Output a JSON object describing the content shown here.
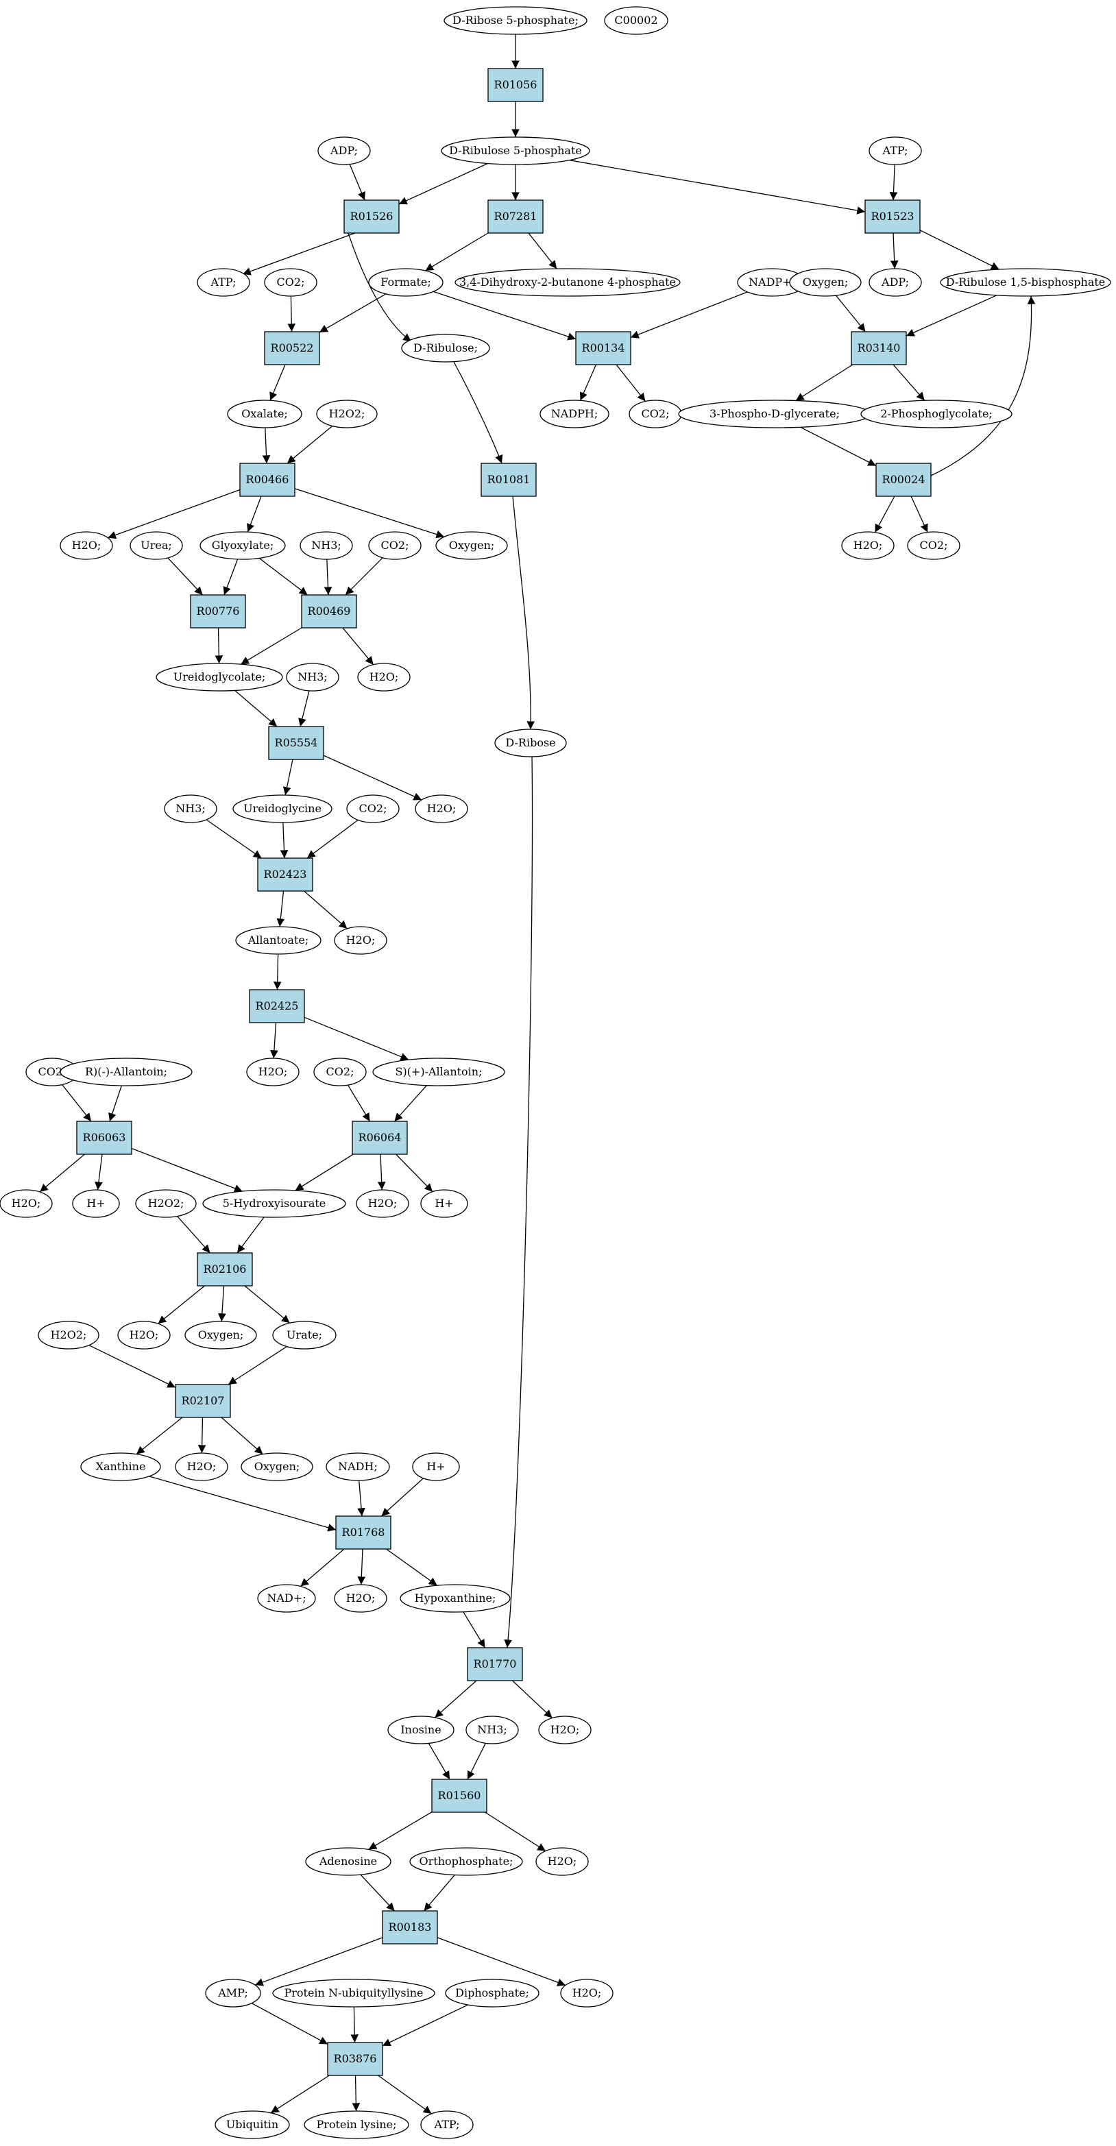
{
  "colors": {
    "reaction_fill": "#add8e6",
    "metabolite_fill": "#ffffff",
    "start_fill": "#00ff00",
    "compound_fill": "#ffff00",
    "edge": "#000000"
  },
  "nodes": {
    "m_rib5p_start": {
      "label": "D-Ribose 5-phosphate;",
      "kind": "start"
    },
    "m_c00002": {
      "label": "C00002",
      "kind": "compound"
    },
    "r01056": {
      "label": "R01056",
      "kind": "reaction"
    },
    "m_adp1": {
      "label": "ADP;"
    },
    "m_ribu5p": {
      "label": "D-Ribulose 5-phosphate"
    },
    "m_atp1": {
      "label": "ATP;"
    },
    "r01526": {
      "label": "R01526",
      "kind": "reaction"
    },
    "r07281": {
      "label": "R07281",
      "kind": "reaction"
    },
    "r01523": {
      "label": "R01523",
      "kind": "reaction"
    },
    "m_atp2": {
      "label": "ATP;"
    },
    "m_co2_1": {
      "label": "CO2;"
    },
    "m_formate": {
      "label": "Formate;"
    },
    "m_dhb4p": {
      "label": "3,4-Dihydroxy-2-butanone 4-phosphate"
    },
    "m_nadp": {
      "label": "NADP+;"
    },
    "m_oxygen1": {
      "label": "Oxygen;"
    },
    "m_adp2": {
      "label": "ADP;"
    },
    "m_rubp": {
      "label": "D-Ribulose 1,5-bisphosphate"
    },
    "r00522": {
      "label": "R00522",
      "kind": "reaction"
    },
    "m_ribulose": {
      "label": "D-Ribulose;"
    },
    "r00134": {
      "label": "R00134",
      "kind": "reaction"
    },
    "r03140": {
      "label": "R03140",
      "kind": "reaction"
    },
    "m_oxalate": {
      "label": "Oxalate;"
    },
    "m_h2o2_1": {
      "label": "H2O2;"
    },
    "m_nadph1": {
      "label": "NADPH;"
    },
    "m_co2_2": {
      "label": "CO2;"
    },
    "m_3pg": {
      "label": "3-Phospho-D-glycerate;"
    },
    "m_2pglyc": {
      "label": "2-Phosphoglycolate;"
    },
    "r00466": {
      "label": "R00466",
      "kind": "reaction"
    },
    "r01081": {
      "label": "R01081",
      "kind": "reaction"
    },
    "r00024": {
      "label": "R00024",
      "kind": "reaction"
    },
    "m_h2o_1": {
      "label": "H2O;"
    },
    "m_urea": {
      "label": "Urea;"
    },
    "m_glyoxylate": {
      "label": "Glyoxylate;"
    },
    "m_nh3_1": {
      "label": "NH3;"
    },
    "m_co2_3": {
      "label": "CO2;"
    },
    "m_oxygen2": {
      "label": "Oxygen;"
    },
    "m_h2o_2": {
      "label": "H2O;"
    },
    "m_co2_4": {
      "label": "CO2;"
    },
    "r00776": {
      "label": "R00776",
      "kind": "reaction"
    },
    "r00469": {
      "label": "R00469",
      "kind": "reaction"
    },
    "m_ureidoglycolate": {
      "label": "Ureidoglycolate;"
    },
    "m_nh3_2": {
      "label": "NH3;"
    },
    "m_h2o_3": {
      "label": "H2O;"
    },
    "r05554": {
      "label": "R05554",
      "kind": "reaction"
    },
    "m_dribose": {
      "label": "D-Ribose"
    },
    "m_nh3_3": {
      "label": "NH3;"
    },
    "m_ureidoglycine": {
      "label": "Ureidoglycine"
    },
    "m_co2_5": {
      "label": "CO2;"
    },
    "m_h2o_4": {
      "label": "H2O;"
    },
    "r02423": {
      "label": "R02423",
      "kind": "reaction"
    },
    "m_allantoate": {
      "label": "Allantoate;"
    },
    "m_h2o_5": {
      "label": "H2O;"
    },
    "r02425": {
      "label": "R02425",
      "kind": "reaction"
    },
    "m_co2_6": {
      "label": "CO2;"
    },
    "m_r_allantoin": {
      "label": "R)(-)-Allantoin;"
    },
    "m_h2o_6": {
      "label": "H2O;"
    },
    "m_co2_7": {
      "label": "CO2;"
    },
    "m_s_allantoin": {
      "label": "S)(+)-Allantoin;"
    },
    "r06063": {
      "label": "R06063",
      "kind": "reaction"
    },
    "r06064": {
      "label": "R06064",
      "kind": "reaction"
    },
    "m_h2o_7": {
      "label": "H2O;"
    },
    "m_hplus1": {
      "label": "H+"
    },
    "m_h2o2_2": {
      "label": "H2O2;"
    },
    "m_5hiu": {
      "label": "5-Hydroxyisourate"
    },
    "m_h2o_8": {
      "label": "H2O;"
    },
    "m_hplus2": {
      "label": "H+"
    },
    "r02106": {
      "label": "R02106",
      "kind": "reaction"
    },
    "m_h2o2_3": {
      "label": "H2O2;"
    },
    "m_h2o_9": {
      "label": "H2O;"
    },
    "m_oxygen3": {
      "label": "Oxygen;"
    },
    "m_urate": {
      "label": "Urate;"
    },
    "r02107": {
      "label": "R02107",
      "kind": "reaction"
    },
    "m_xanthine": {
      "label": "Xanthine"
    },
    "m_h2o_10": {
      "label": "H2O;"
    },
    "m_oxygen4": {
      "label": "Oxygen;"
    },
    "m_nadh": {
      "label": "NADH;"
    },
    "m_hplus3": {
      "label": "H+"
    },
    "r01768": {
      "label": "R01768",
      "kind": "reaction"
    },
    "m_nad": {
      "label": "NAD+;"
    },
    "m_h2o_11": {
      "label": "H2O;"
    },
    "m_hypoxanthine": {
      "label": "Hypoxanthine;"
    },
    "r01770": {
      "label": "R01770",
      "kind": "reaction"
    },
    "m_inosine": {
      "label": "Inosine"
    },
    "m_nh3_4": {
      "label": "NH3;"
    },
    "m_h2o_12": {
      "label": "H2O;"
    },
    "r01560": {
      "label": "R01560",
      "kind": "reaction"
    },
    "m_adenosine": {
      "label": "Adenosine"
    },
    "m_orthophosphate": {
      "label": "Orthophosphate;"
    },
    "m_h2o_13": {
      "label": "H2O;"
    },
    "r00183": {
      "label": "R00183",
      "kind": "reaction"
    },
    "m_amp": {
      "label": "AMP;"
    },
    "m_protein_ub": {
      "label": "Protein N-ubiquityllysine"
    },
    "m_diphosphate": {
      "label": "Diphosphate;"
    },
    "m_h2o_14": {
      "label": "H2O;"
    },
    "r03876": {
      "label": "R03876",
      "kind": "reaction"
    },
    "m_ubiquitin": {
      "label": "Ubiquitin"
    },
    "m_protein_lys": {
      "label": "Protein lysine;"
    },
    "m_atp3": {
      "label": "ATP;"
    }
  },
  "edges": [
    [
      "m_rib5p_start",
      "r01056"
    ],
    [
      "r01056",
      "m_ribu5p"
    ],
    [
      "m_adp1",
      "r01526"
    ],
    [
      "m_ribu5p",
      "r01526"
    ],
    [
      "m_ribu5p",
      "r07281"
    ],
    [
      "m_ribu5p",
      "r01523"
    ],
    [
      "m_atp1",
      "r01523"
    ],
    [
      "r01526",
      "m_atp2"
    ],
    [
      "r01526",
      "m_ribulose"
    ],
    [
      "r07281",
      "m_formate"
    ],
    [
      "r07281",
      "m_dhb4p"
    ],
    [
      "r01523",
      "m_adp2"
    ],
    [
      "r01523",
      "m_rubp"
    ],
    [
      "m_co2_1",
      "r00522"
    ],
    [
      "m_formate",
      "r00522"
    ],
    [
      "m_formate",
      "r00134"
    ],
    [
      "m_nadp",
      "r00134"
    ],
    [
      "m_oxygen1",
      "r03140"
    ],
    [
      "m_rubp",
      "r03140"
    ],
    [
      "r00522",
      "m_oxalate"
    ],
    [
      "m_ribulose",
      "r01081"
    ],
    [
      "r00134",
      "m_nadph1"
    ],
    [
      "r00134",
      "m_co2_2"
    ],
    [
      "r03140",
      "m_3pg"
    ],
    [
      "r03140",
      "m_2pglyc"
    ],
    [
      "m_3pg",
      "r00024"
    ],
    [
      "r00024",
      "m_rubp"
    ],
    [
      "m_oxalate",
      "r00466"
    ],
    [
      "m_h2o2_1",
      "r00466"
    ],
    [
      "r00466",
      "m_h2o_1"
    ],
    [
      "r00466",
      "m_glyoxylate"
    ],
    [
      "r00466",
      "m_oxygen2"
    ],
    [
      "r00024",
      "m_h2o_2"
    ],
    [
      "r00024",
      "m_co2_4"
    ],
    [
      "m_urea",
      "r00776"
    ],
    [
      "m_glyoxylate",
      "r00776"
    ],
    [
      "m_glyoxylate",
      "r00469"
    ],
    [
      "m_nh3_1",
      "r00469"
    ],
    [
      "m_co2_3",
      "r00469"
    ],
    [
      "r00776",
      "m_ureidoglycolate"
    ],
    [
      "r00469",
      "m_ureidoglycolate"
    ],
    [
      "r00469",
      "m_h2o_3"
    ],
    [
      "r01081",
      "m_dribose"
    ],
    [
      "m_ureidoglycolate",
      "r05554"
    ],
    [
      "m_nh3_2",
      "r05554"
    ],
    [
      "r05554",
      "m_ureidoglycine"
    ],
    [
      "r05554",
      "m_h2o_4"
    ],
    [
      "m_nh3_3",
      "r02423"
    ],
    [
      "m_ureidoglycine",
      "r02423"
    ],
    [
      "m_co2_5",
      "r02423"
    ],
    [
      "r02423",
      "m_allantoate"
    ],
    [
      "r02423",
      "m_h2o_5"
    ],
    [
      "m_allantoate",
      "r02425"
    ],
    [
      "r02425",
      "m_h2o_6"
    ],
    [
      "r02425",
      "m_s_allantoin"
    ],
    [
      "m_co2_6",
      "r06063"
    ],
    [
      "m_r_allantoin",
      "r06063"
    ],
    [
      "m_co2_7",
      "r06064"
    ],
    [
      "m_s_allantoin",
      "r06064"
    ],
    [
      "r06063",
      "m_h2o_7"
    ],
    [
      "r06063",
      "m_hplus1"
    ],
    [
      "r06063",
      "m_5hiu"
    ],
    [
      "r06064",
      "m_5hiu"
    ],
    [
      "r06064",
      "m_h2o_8"
    ],
    [
      "r06064",
      "m_hplus2"
    ],
    [
      "m_h2o2_2",
      "r02106"
    ],
    [
      "m_5hiu",
      "r02106"
    ],
    [
      "r02106",
      "m_h2o_9"
    ],
    [
      "r02106",
      "m_oxygen3"
    ],
    [
      "r02106",
      "m_urate"
    ],
    [
      "m_h2o2_3",
      "r02107"
    ],
    [
      "m_urate",
      "r02107"
    ],
    [
      "r02107",
      "m_xanthine"
    ],
    [
      "r02107",
      "m_h2o_10"
    ],
    [
      "r02107",
      "m_oxygen4"
    ],
    [
      "m_xanthine",
      "r01768"
    ],
    [
      "m_nadh",
      "r01768"
    ],
    [
      "m_hplus3",
      "r01768"
    ],
    [
      "r01768",
      "m_nad"
    ],
    [
      "r01768",
      "m_h2o_11"
    ],
    [
      "r01768",
      "m_hypoxanthine"
    ],
    [
      "m_hypoxanthine",
      "r01770"
    ],
    [
      "m_dribose",
      "r01770"
    ],
    [
      "r01770",
      "m_inosine"
    ],
    [
      "r01770",
      "m_h2o_12"
    ],
    [
      "m_inosine",
      "r01560"
    ],
    [
      "m_nh3_4",
      "r01560"
    ],
    [
      "r01560",
      "m_adenosine"
    ],
    [
      "r01560",
      "m_h2o_13"
    ],
    [
      "m_adenosine",
      "r00183"
    ],
    [
      "m_orthophosphate",
      "r00183"
    ],
    [
      "r00183",
      "m_amp"
    ],
    [
      "r00183",
      "m_h2o_14"
    ],
    [
      "m_amp",
      "r03876"
    ],
    [
      "m_protein_ub",
      "r03876"
    ],
    [
      "m_diphosphate",
      "r03876"
    ],
    [
      "r03876",
      "m_ubiquitin"
    ],
    [
      "r03876",
      "m_protein_lys"
    ],
    [
      "r03876",
      "m_atp3"
    ]
  ]
}
